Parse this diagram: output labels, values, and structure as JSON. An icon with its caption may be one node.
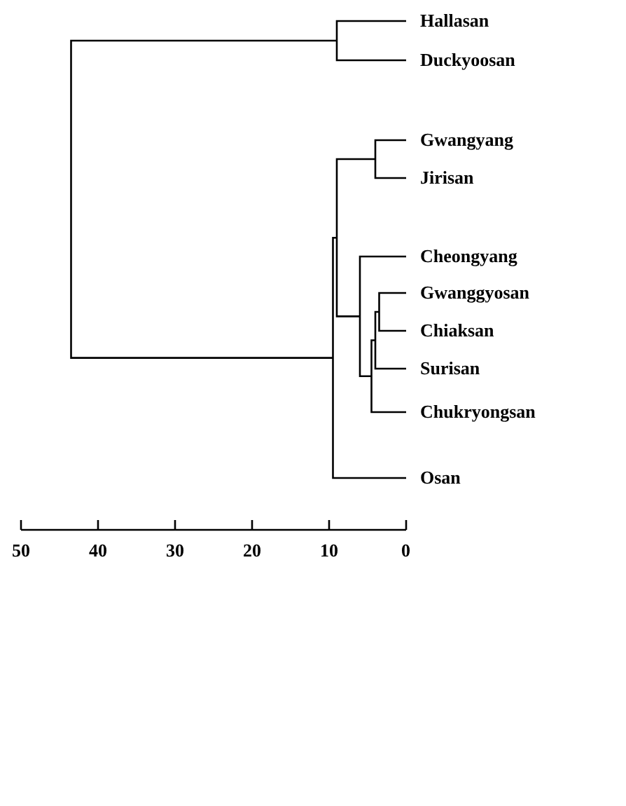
{
  "diagram": {
    "labels": [
      "Hallasan",
      "Duckyoosan",
      "Gwangyang",
      "Jirisan",
      "Cheongyang",
      "Gwanggyosan",
      "Chiaksan",
      "Surisan",
      "Chukryongsan",
      "Osan",
      "50",
      "40",
      "30",
      "20",
      "10",
      "0"
    ]
  }
}
